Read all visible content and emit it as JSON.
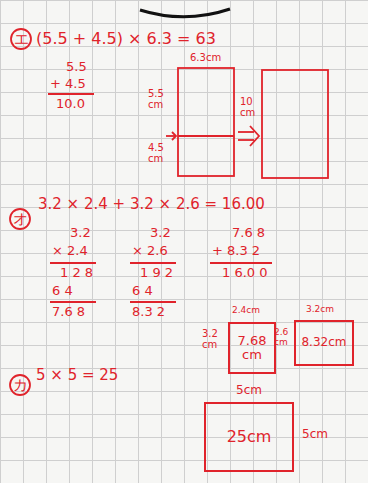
{
  "diagram": {
    "nodes": [
      {
        "text": [
          "7.68 cm"
        ]
      },
      {
        "text": [
          "8.32cm"
        ]
      },
      {
        "text": [
          "25cm"
        ]
      }
    ],
    "labels": [
      "エ",
      "(5.5 + 4.5) × 6.3 = 63",
      "5.5",
      "+ 4.5",
      "10.0",
      "6.3cm",
      "5.5 cm",
      "4.5 cm",
      "10 cm",
      "オ",
      "3.2 × 2.4 + 3.2 × 2.6 = 16.00",
      "3.2",
      "× 2.4",
      "1 2 8",
      "6 4",
      "7.6 8",
      "3.2",
      "× 2.6",
      "1 9 2",
      "6 4",
      "8.3 2",
      "7.6 8",
      "+ 8.3 2",
      "1 6.0 0",
      "2.4cm",
      "3.2 cm",
      "2.6 cm",
      "3.2cm",
      "カ",
      "5 × 5 = 25",
      "5cm",
      "5cm"
    ]
  }
}
